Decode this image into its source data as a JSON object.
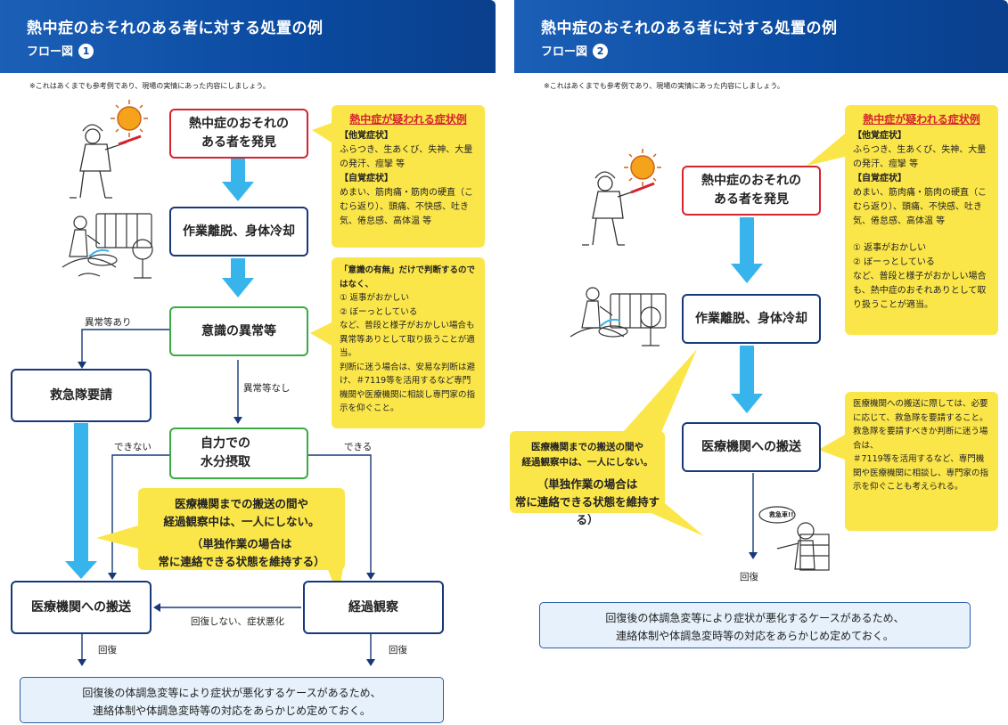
{
  "panels": [
    {
      "title": "熱中症のおそれのある者に対する処置の例",
      "subtitle": "フロー図",
      "number": "1",
      "note": "※これはあくまでも参考例であり、現場の実情にあった内容にしましょう。",
      "boxes": {
        "discover": "熱中症のおそれの\nある者を発見",
        "cool": "作業離脱、身体冷却",
        "consciousness": "意識の異常等",
        "ambulance": "救急隊要請",
        "water": "自力での\n水分摂取",
        "transport": "医療機関への搬送",
        "observe": "経過観察"
      },
      "labels": {
        "abnormal": "異常等あり",
        "normal": "異常等なし",
        "cannot": "できない",
        "can": "できる",
        "worse": "回復しない、症状悪化",
        "recover_left": "回復",
        "recover_right": "回復"
      },
      "symptoms": {
        "heading": "熱中症が疑われる症状例",
        "other_head": "【他覚症状】",
        "other_text": "ふらつき、生あくび、失神、大量の発汗、痙攣 等",
        "self_head": "【自覚症状】",
        "self_text": "めまい、筋肉痛・筋肉の硬直（こむら返り）、頭痛、不快感、吐き気、倦怠感、高体温 等"
      },
      "consciousness_note": {
        "bold": "「意識の有無」だけで判断するのではなく、",
        "items": [
          "① 返事がおかしい",
          "② ぼーっとしている"
        ],
        "text1": "など、普段と様子がおかしい場合も異常等ありとして取り扱うことが適当。",
        "text2": "判断に迷う場合は、安易な判断は避け、＃7119等を活用するなど専門機関や医療機関に相談し専門家の指示を仰ぐこと。"
      },
      "callout": {
        "main": "医療機関までの搬送の間や\n経過観察中は、一人にしない。",
        "sub": "（単独作業の場合は\n常に連絡できる状態を維持する）"
      },
      "bottom": "回復後の体調急変等により症状が悪化するケースがあるため、\n連絡体制や体調急変時等の対応をあらかじめ定めておく。"
    },
    {
      "title": "熱中症のおそれのある者に対する処置の例",
      "subtitle": "フロー図",
      "number": "2",
      "note": "※これはあくまでも参考例であり、現場の実情にあった内容にしましょう。",
      "boxes": {
        "discover": "熱中症のおそれの\nある者を発見",
        "cool": "作業離脱、身体冷却",
        "transport": "医療機関への搬送"
      },
      "labels": {
        "recover": "回復"
      },
      "symptoms": {
        "heading": "熱中症が疑われる症状例",
        "other_head": "【他覚症状】",
        "other_text": "ふらつき、生あくび、失神、大量の発汗、痙攣 等",
        "self_head": "【自覚症状】",
        "self_text": "めまい、筋肉痛・筋肉の硬直（こむら返り）、頭痛、不快感、吐き気、倦怠感、高体温 等",
        "items": [
          "① 返事がおかしい",
          "② ぼーっとしている"
        ],
        "extra": "など、普段と様子がおかしい場合も、熱中症のおそれありとして取り扱うことが適当。"
      },
      "transport_note": {
        "text1": "医療機関への搬送に際しては、必要に応じて、救急隊を要請すること。",
        "text2": "救急隊を要請すべきか判断に迷う場合は、",
        "text3": "＃7119等を活用するなど、専門機関や医療機関に相談し、専門家の指示を仰ぐことも考えられる。"
      },
      "callout": {
        "main": "医療機関までの搬送の間や\n経過観察中は、一人にしない。",
        "sub": "（単独作業の場合は\n常に連絡できる状態を維持する）"
      },
      "phone_bubble": "救急車!!",
      "bottom": "回復後の体調急変等により症状が悪化するケースがあるため、\n連絡体制や体調急変時等の対応をあらかじめ定めておく。"
    }
  ],
  "colors": {
    "header": "#0a4aa0",
    "red_border": "#d5232f",
    "navy_border": "#17397a",
    "green_border": "#3aaa45",
    "yellow": "#fbe64a",
    "arrow_blue": "#37b4ec",
    "bottom_bg": "#e6f1fb"
  },
  "icons": [
    "worker-sun-icon",
    "cooling-worker-icon",
    "water-bottle-icon",
    "phone-worker-icon"
  ]
}
